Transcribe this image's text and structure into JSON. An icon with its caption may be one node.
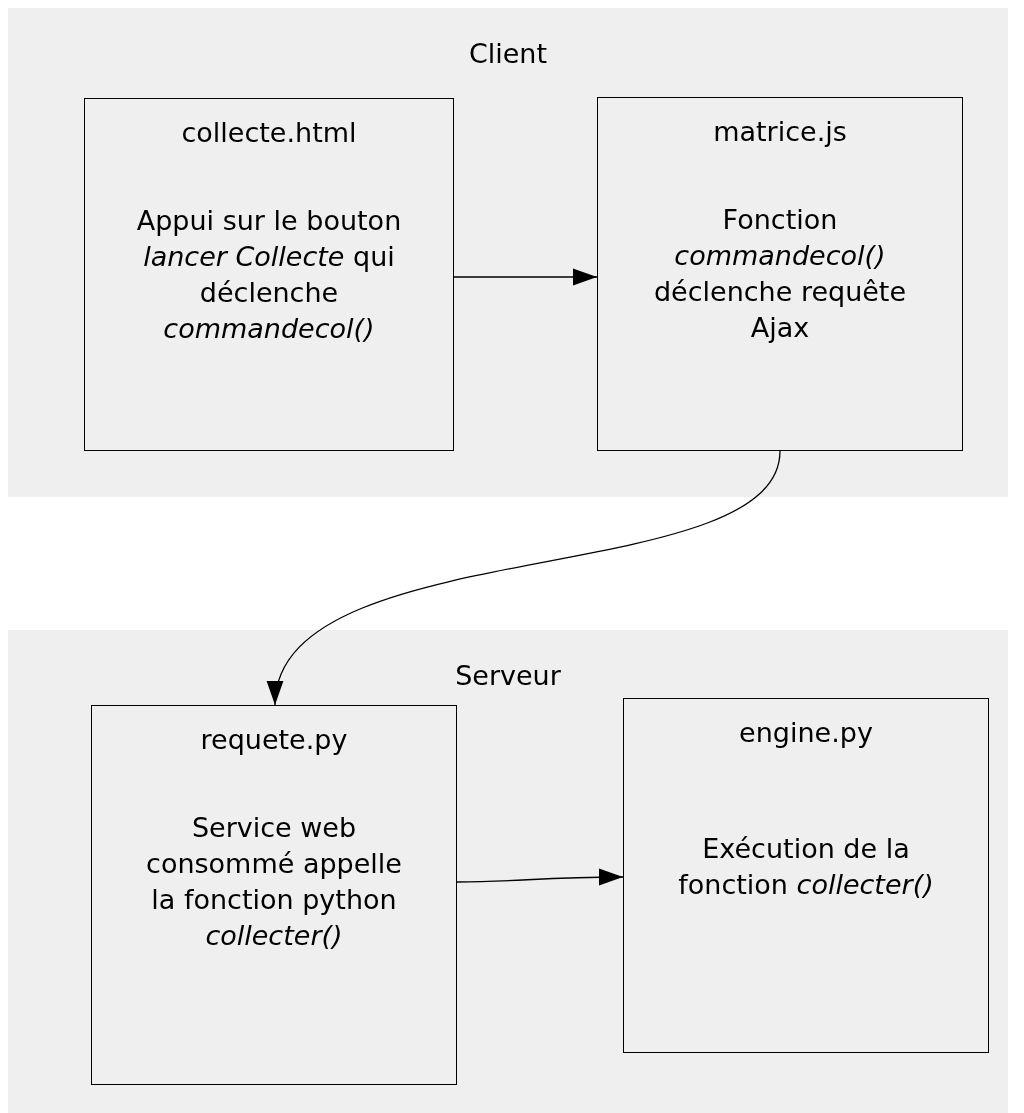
{
  "diagram": {
    "nodes": [
      {
        "text": [
          "Client"
        ]
      },
      {
        "text": [
          "collecte.html",
          "Appui sur le bouton *lancer Collecte* qui déclenche *commandecol()*"
        ],
        "in": 0
      },
      {
        "text": [
          "matrice.js",
          "Fonction *commandecol()* déclenche requête Ajax"
        ],
        "in": 0
      },
      {
        "text": [
          "Serveur"
        ]
      },
      {
        "text": [
          "requete.py",
          "Service web consommé appelle la fonction python *collecter()*"
        ],
        "in": 3
      },
      {
        "text": [
          "engine.py",
          "Exécution de la fonction *collecter()*"
        ],
        "in": 3
      }
    ],
    "edges": [
      {
        "from": 1,
        "to": 2,
        "arrow": "to"
      },
      {
        "from": 2,
        "to": 4,
        "arrow": "to"
      },
      {
        "from": 4,
        "to": 5,
        "arrow": "to"
      }
    ]
  }
}
